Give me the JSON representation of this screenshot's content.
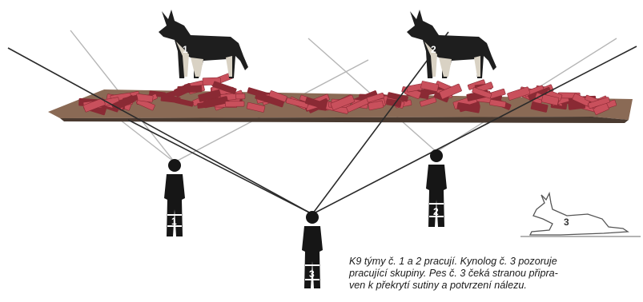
{
  "colors": {
    "rubble": "#c9505c",
    "rubble_dark": "#8a2a34",
    "slab": "#8a6a55",
    "slab_dark": "#4a3a30",
    "handler": "#161616",
    "dog_body": "#1e1e1e",
    "dog_tan": "#d9d2c4",
    "line_dark": "#2a2a2a",
    "line_light": "#b5b5b5"
  },
  "labels": {
    "dog_1": "1",
    "dog_2": "2",
    "dog_3": "3",
    "handler_1": "1",
    "handler_2": "2",
    "handler_3": "3"
  },
  "caption": {
    "line1": "K9 týmy č. 1 a 2 pracují. Kynolog č. 3 pozoruje",
    "line2": "pracující skupiny. Pes č. 3 čeká stranou připra-",
    "line3": "ven k překrytí sutiny a potvrzení nálezu."
  }
}
